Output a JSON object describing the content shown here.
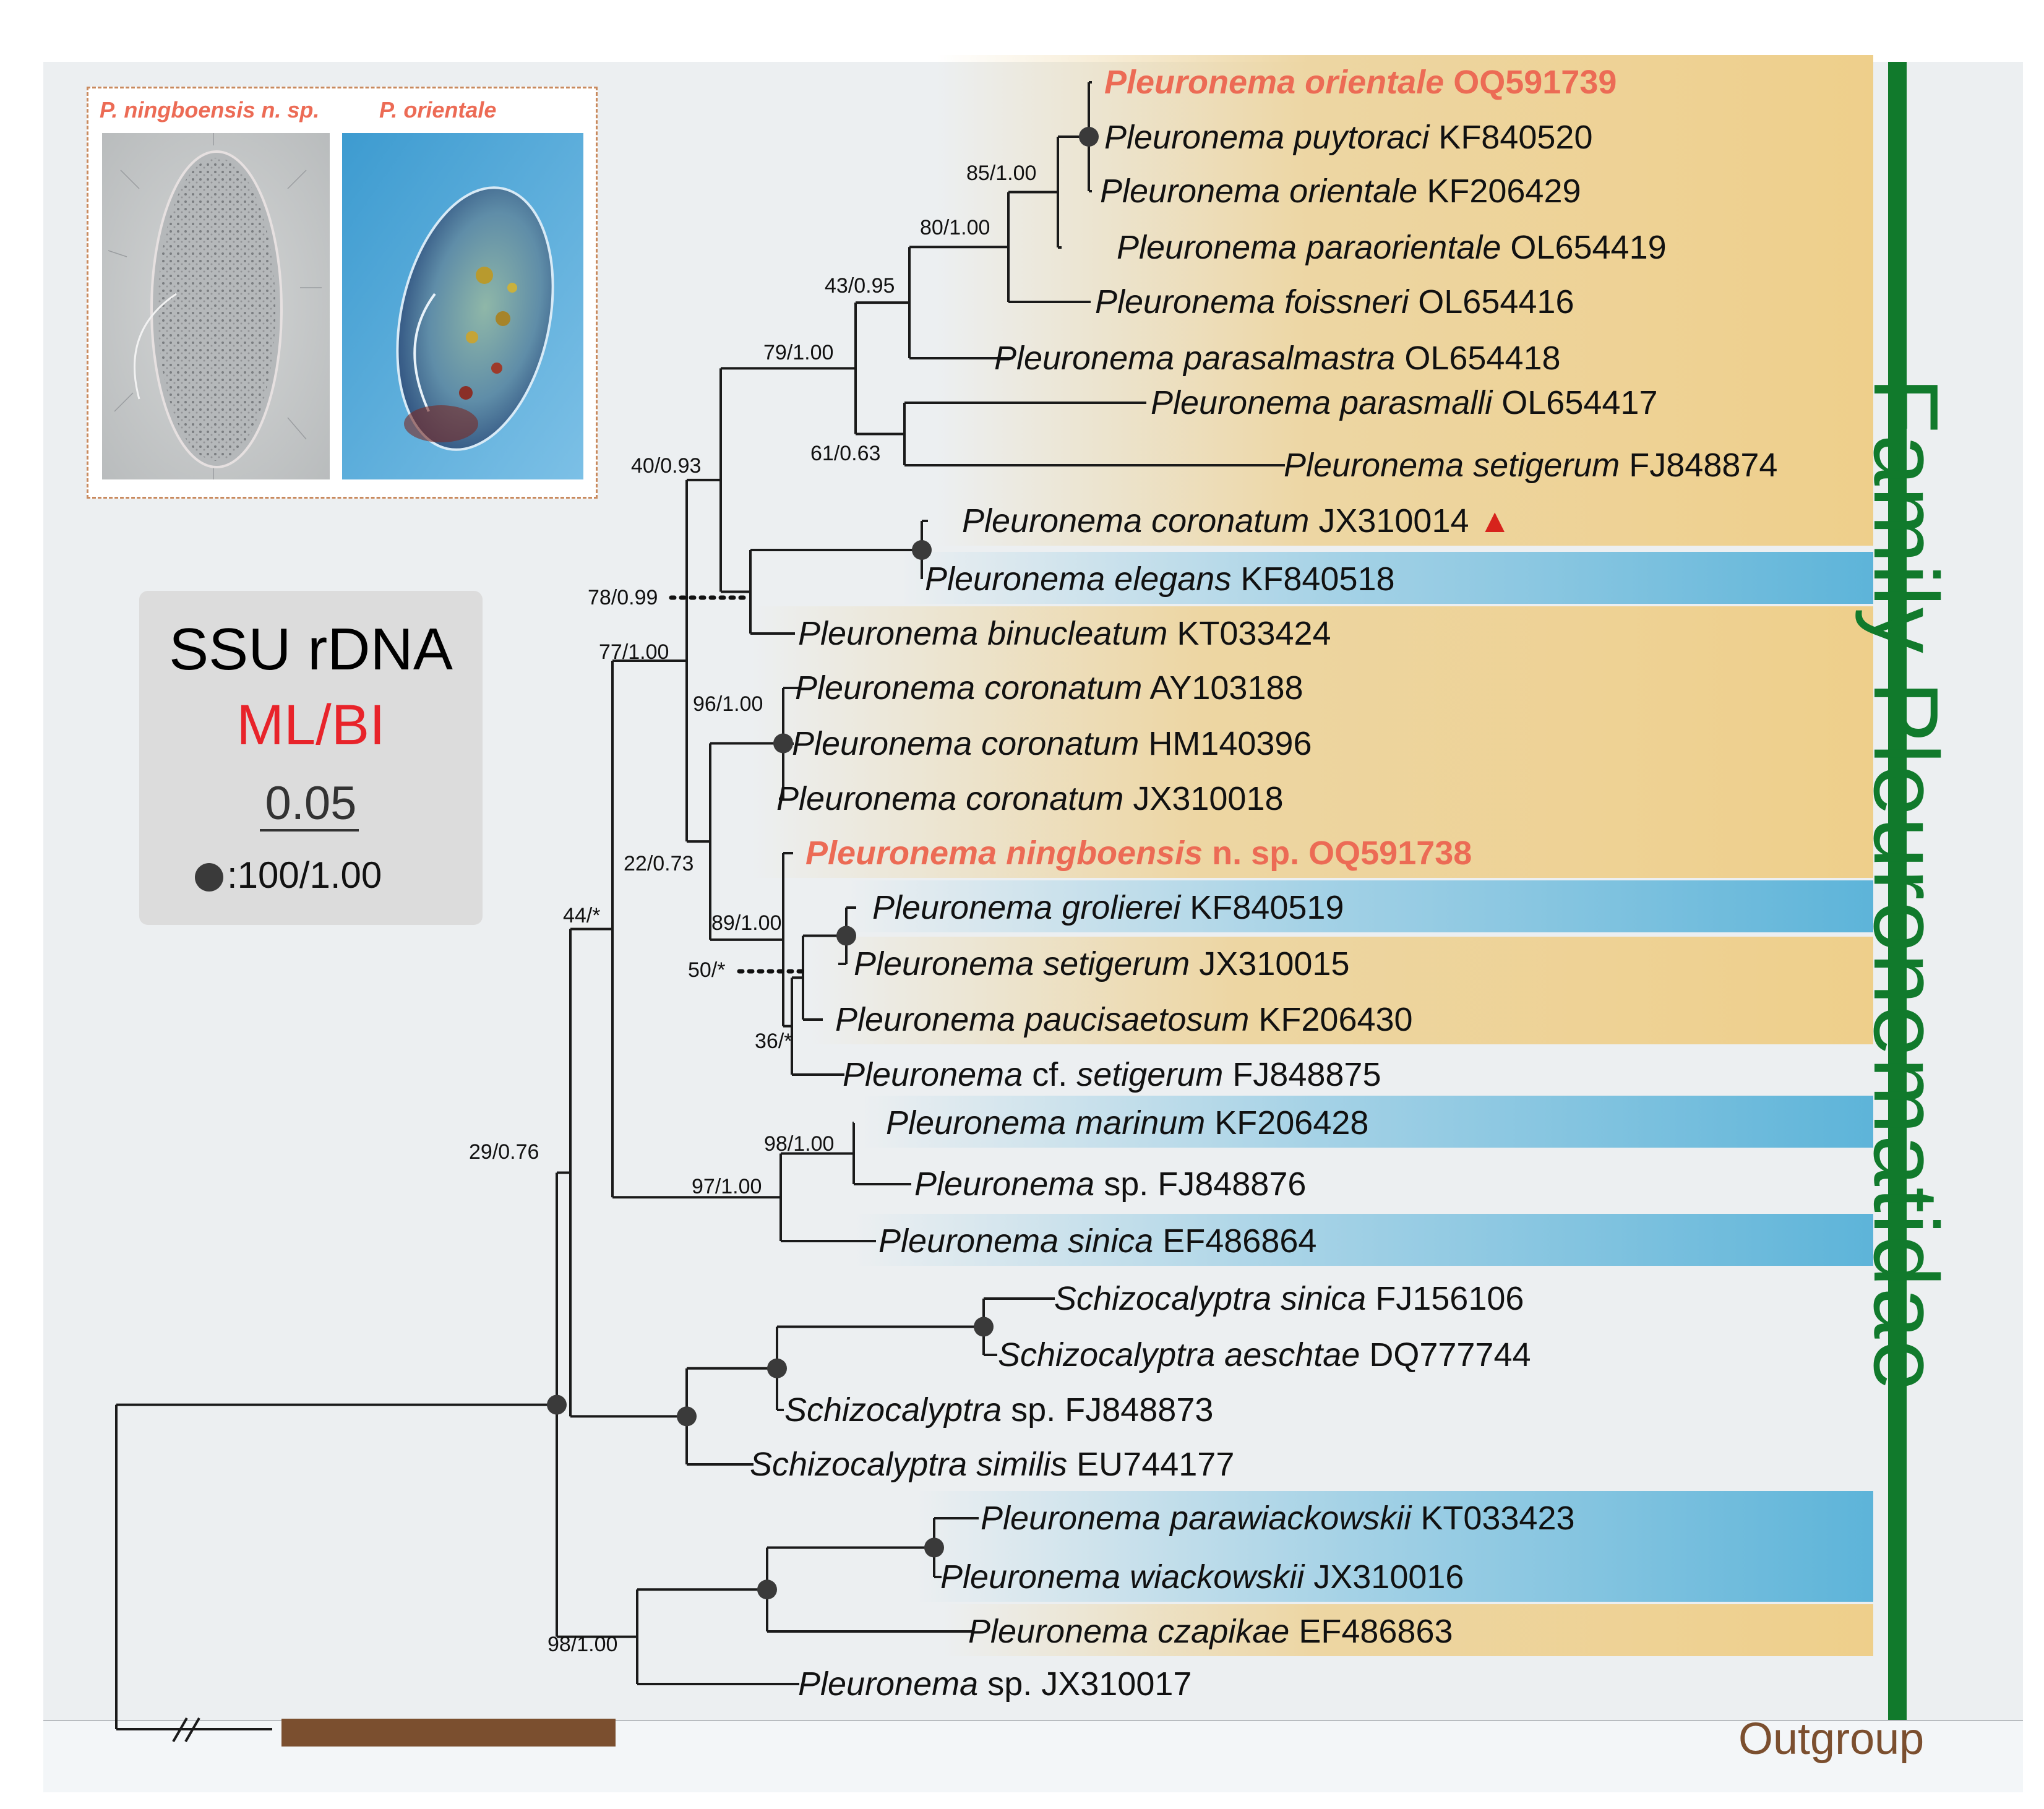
{
  "title": "SSU rDNA",
  "method": "ML/BI",
  "scale_label": "0.05",
  "node_legend": ":100/1.00",
  "family_label": "Family Pleuronematidae",
  "outgroup_label": "Outgroup",
  "inset": {
    "left_label": "P. ningboensis n. sp.",
    "right_label": "P. orientale"
  },
  "colors": {
    "highlight": "#ec6b55",
    "family": "#117a2c",
    "outgroup": "#7b4f2f",
    "band_yellow": "#eecf8b",
    "band_blue": "#5db4d9"
  },
  "taxa": [
    {
      "genus": "Pleuronema orientale",
      "rest": " OQ591739",
      "highlight": true,
      "band": "yellow"
    },
    {
      "genus": "Pleuronema puytoraci",
      "rest": " KF840520",
      "band": "yellow"
    },
    {
      "genus": "Pleuronema orientale",
      "rest": " KF206429",
      "band": "yellow"
    },
    {
      "genus": "Pleuronema paraorientale",
      "rest": " OL654419",
      "band": "yellow"
    },
    {
      "genus": "Pleuronema foissneri",
      "rest": " OL654416",
      "band": "yellow"
    },
    {
      "genus": "Pleuronema parasalmastra",
      "rest": " OL654418",
      "band": "yellow"
    },
    {
      "genus": "Pleuronema parasmalli",
      "rest": " OL654417",
      "band": "yellow"
    },
    {
      "genus": "Pleuronema setigerum",
      "rest": " FJ848874",
      "band": "yellow"
    },
    {
      "genus": "Pleuronema coronatum",
      "rest": " JX310014",
      "marker": "▲",
      "band": "yellow"
    },
    {
      "genus": "Pleuronema elegans",
      "rest": " KF840518",
      "band": "blue"
    },
    {
      "genus": "Pleuronema binucleatum",
      "rest": " KT033424",
      "band": "yellow"
    },
    {
      "genus": "Pleuronema coronatum",
      "rest": " AY103188",
      "band": "yellow"
    },
    {
      "genus": "Pleuronema coronatum",
      "rest": " HM140396",
      "band": "yellow"
    },
    {
      "genus": "Pleuronema coronatum",
      "rest": " JX310018",
      "band": "yellow"
    },
    {
      "genus": "Pleuronema ningboensis",
      "rest": " n. sp. OQ591738",
      "highlight": true,
      "band": "yellow"
    },
    {
      "genus": "Pleuronema grolierei",
      "rest": " KF840519",
      "band": "blue"
    },
    {
      "genus": "Pleuronema setigerum",
      "rest": " JX310015",
      "band": "yellow"
    },
    {
      "genus": "Pleuronema paucisaetosum",
      "rest": " KF206430",
      "band": "yellow"
    },
    {
      "genus": "Pleuronema",
      "rest": " cf. ",
      "genus2": "setigerum",
      "rest2": " FJ848875",
      "band": "none"
    },
    {
      "genus": "Pleuronema marinum",
      "rest": " KF206428",
      "band": "blue"
    },
    {
      "genus": "Pleuronema",
      "rest": " sp. FJ848876",
      "band": "none"
    },
    {
      "genus": "Pleuronema sinica",
      "rest": " EF486864",
      "band": "blue"
    },
    {
      "genus": "Schizocalyptra sinica",
      "rest": " FJ156106",
      "band": "none"
    },
    {
      "genus": "Schizocalyptra aeschtae",
      "rest": " DQ777744",
      "band": "none"
    },
    {
      "genus": "Schizocalyptra",
      "rest": " sp. FJ848873",
      "band": "none"
    },
    {
      "genus": "Schizocalyptra similis",
      "rest": " EU744177",
      "band": "none"
    },
    {
      "genus": "Pleuronema parawiackowskii",
      "rest": " KT033423",
      "band": "blue"
    },
    {
      "genus": "Pleuronema wiackowskii",
      "rest": " JX310016",
      "band": "blue"
    },
    {
      "genus": "Pleuronema czapikae",
      "rest": " EF486863",
      "band": "yellow"
    },
    {
      "genus": "Pleuronema",
      "rest": " sp. JX310017",
      "band": "none"
    }
  ],
  "support_values": [
    "85/1.00",
    "80/1.00",
    "43/0.95",
    "79/1.00",
    "61/0.63",
    "40/0.93",
    "78/0.99",
    "77/1.00",
    "96/1.00",
    "22/0.73",
    "89/1.00",
    "50/*",
    "36/*",
    "44/*",
    "98/1.00",
    "97/1.00",
    "29/0.76",
    "98/1.00"
  ]
}
